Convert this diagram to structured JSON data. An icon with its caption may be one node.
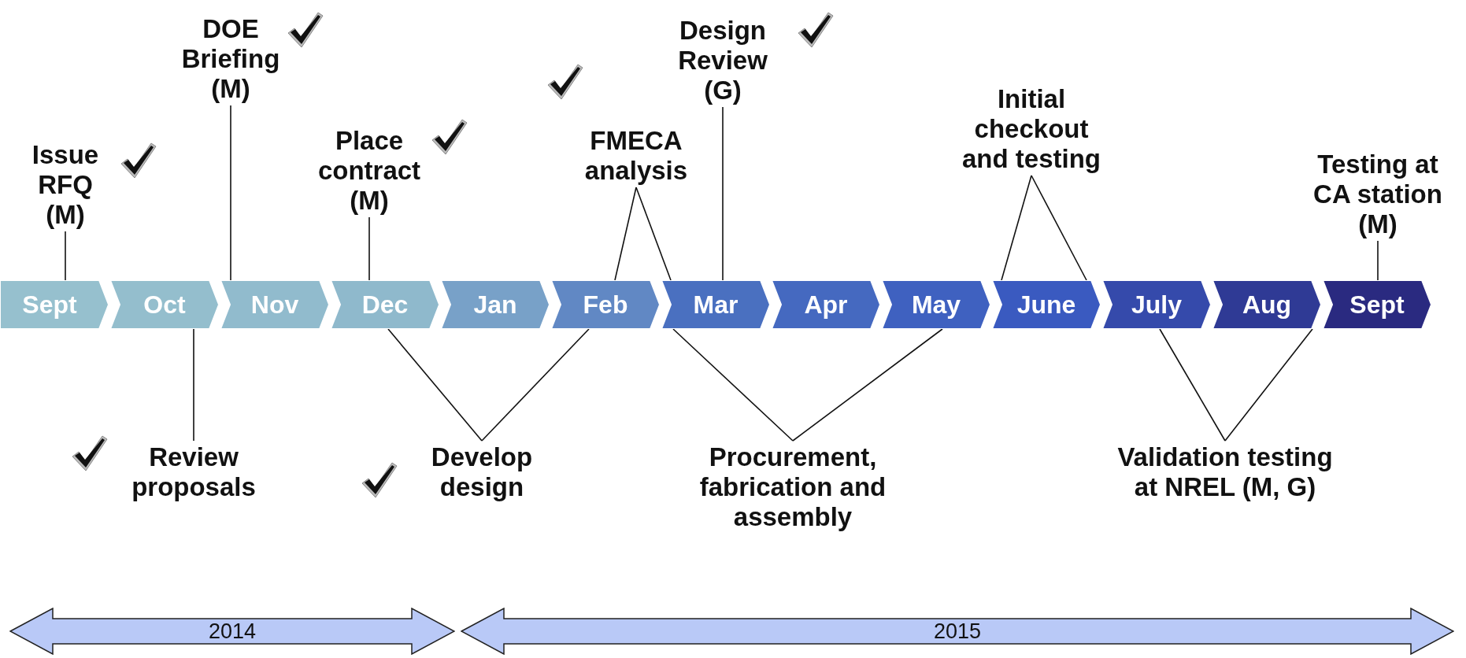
{
  "diagram": {
    "nodes": [
      {
        "text": [
          "Sept"
        ]
      },
      {
        "text": [
          "Oct"
        ]
      },
      {
        "text": [
          "Nov"
        ]
      },
      {
        "text": [
          "Dec"
        ]
      },
      {
        "text": [
          "Jan"
        ]
      },
      {
        "text": [
          "Feb"
        ]
      },
      {
        "text": [
          "Mar"
        ]
      },
      {
        "text": [
          "Apr"
        ]
      },
      {
        "text": [
          "May"
        ]
      },
      {
        "text": [
          "June"
        ]
      },
      {
        "text": [
          "July"
        ]
      },
      {
        "text": [
          "Aug"
        ]
      },
      {
        "text": [
          "Sept"
        ]
      },
      {
        "text": [
          "Issue RFQ (M)"
        ]
      },
      {
        "text": [
          "DOE Briefing (M)"
        ]
      },
      {
        "text": [
          "Place contract (M)"
        ]
      },
      {
        "text": [
          "FMECA analysis"
        ]
      },
      {
        "text": [
          "Design Review (G)"
        ]
      },
      {
        "text": [
          "Initial checkout and testing"
        ]
      },
      {
        "text": [
          "Review proposals"
        ]
      },
      {
        "text": [
          "Develop design"
        ]
      },
      {
        "text": [
          "Procurement, fabrication and assembly"
        ]
      },
      {
        "text": [
          "Validation testing at NREL (M, G)"
        ]
      },
      {
        "text": [
          "Testing at CA station (M)"
        ]
      },
      {
        "text": [
          "2014"
        ]
      },
      {
        "text": [
          "2015"
        ]
      }
    ],
    "edges": [
      {
        "from": 13,
        "to": 0,
        "arrow": "none"
      },
      {
        "from": 14,
        "to": 2,
        "arrow": "none"
      },
      {
        "from": 15,
        "to": 3,
        "arrow": "none"
      },
      {
        "from": 16,
        "to": 5,
        "arrow": "none"
      },
      {
        "from": 16,
        "to": 6,
        "arrow": "none"
      },
      {
        "from": 17,
        "to": 6,
        "arrow": "none"
      },
      {
        "from": 18,
        "to": 9,
        "arrow": "none"
      },
      {
        "from": 18,
        "to": 9,
        "arrow": "none"
      },
      {
        "from": 23,
        "to": 12,
        "arrow": "none"
      },
      {
        "from": 19,
        "to": 1,
        "arrow": "none"
      },
      {
        "from": 20,
        "to": 3,
        "arrow": "none"
      },
      {
        "from": 20,
        "to": 5,
        "arrow": "none"
      },
      {
        "from": 21,
        "to": 6,
        "arrow": "none"
      },
      {
        "from": 21,
        "to": 8,
        "arrow": "none"
      },
      {
        "from": 22,
        "to": 10,
        "arrow": "none"
      },
      {
        "from": 22,
        "to": 11,
        "arrow": "none"
      }
    ]
  }
}
